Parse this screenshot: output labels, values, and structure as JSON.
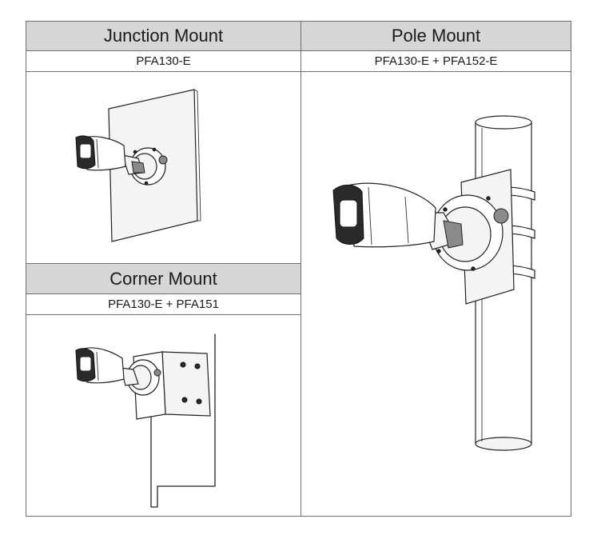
{
  "mounts": {
    "junction": {
      "title": "Junction Mount",
      "model": "PFA130-E"
    },
    "pole": {
      "title": "Pole Mount",
      "model": "PFA130-E + PFA152-E"
    },
    "corner": {
      "title": "Corner Mount",
      "model": "PFA130-E + PFA151"
    }
  },
  "icons": {
    "junction_illustration": "bullet-camera-wall-junction-box",
    "pole_illustration": "bullet-camera-pole-mount",
    "corner_illustration": "bullet-camera-corner-mount"
  }
}
